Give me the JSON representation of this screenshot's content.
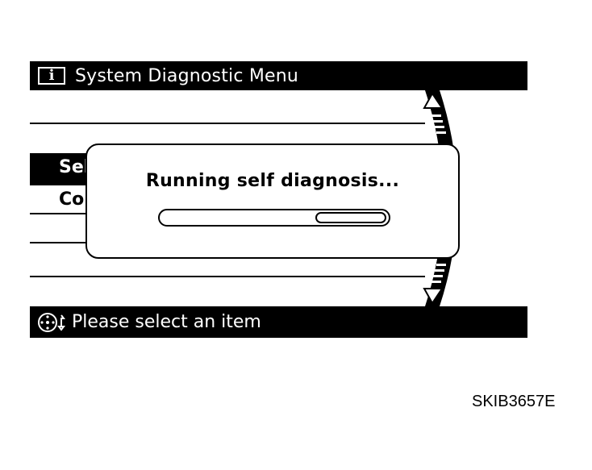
{
  "window": {
    "title": "System Diagnostic Menu",
    "icon": "info-icon"
  },
  "menu": {
    "items": [
      {
        "label": ""
      },
      {
        "label": ""
      },
      {
        "label": "Sel"
      },
      {
        "label": "Co"
      },
      {
        "label": ""
      },
      {
        "label": ""
      }
    ],
    "selected_index": 2
  },
  "dialog": {
    "message": "Running self diagnosis...",
    "progress_fraction": 0.68
  },
  "status": {
    "icon": "joystick-icon",
    "text": "Please select an item"
  },
  "figure_code": "SKIB3657E"
}
